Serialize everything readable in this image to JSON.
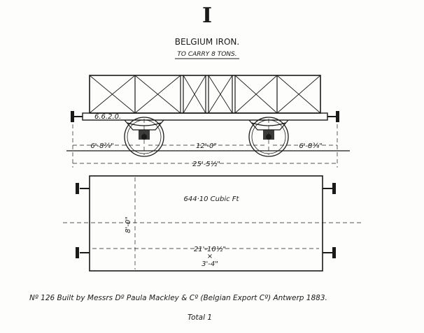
{
  "plate": {
    "number": "I",
    "title": "BELGIUM IRON.",
    "subtitle": "TO CARRY 8 TONS."
  },
  "elevation": {
    "wagon_number": "6.6.2.0.",
    "dims": {
      "left_overhang": "6'-8¾\"",
      "wheelbase": "12'-0\"",
      "right_overhang": "6'-8¾\"",
      "overall_length": "25'-5½\""
    }
  },
  "plan": {
    "capacity": "644·10 Cubic Ft",
    "width": "8'-0\"",
    "body_length": "21'-10½\"",
    "gauge": "3'-4\""
  },
  "footer": {
    "builder_note": "Nº 126 Built by Messrs Dº Paula Mackley & Cº (Belgian Export Cº) Antwerp 1883.",
    "total": "Total 1"
  }
}
